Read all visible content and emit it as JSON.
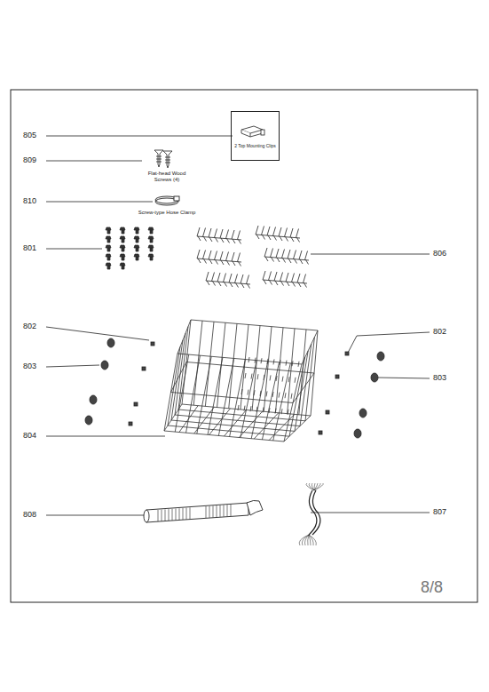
{
  "diagram": {
    "nodes": [
      {
        "text": [
          "2 Top Mounting Clips"
        ]
      }
    ],
    "labels": [
      "805",
      "809",
      "Flat-head Wood Screws (4)",
      "810",
      "Screw-type Hose Clamp",
      "801",
      "806",
      "802",
      "802",
      "803",
      "803",
      "804",
      "808",
      "807",
      "8/8"
    ]
  }
}
